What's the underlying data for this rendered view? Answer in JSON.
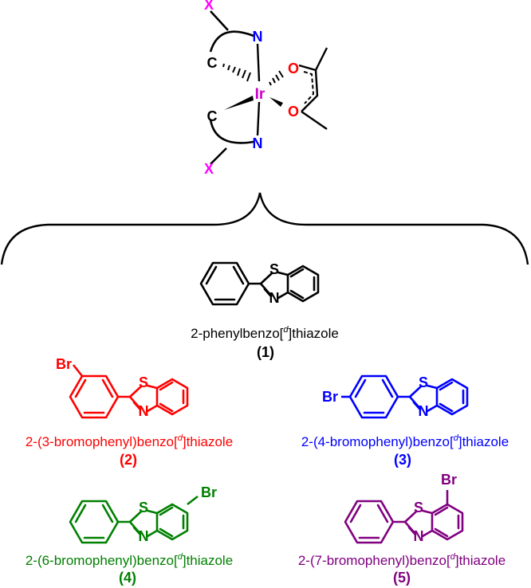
{
  "complex": {
    "atoms": {
      "x": "X",
      "c": "C",
      "n": "N",
      "ir": "Ir",
      "o": "O"
    }
  },
  "colors": {
    "black": "#000000",
    "magenta": "#ff00ff",
    "blue": "#0000ff",
    "red": "#ff0000",
    "purple": "#cc00cc",
    "c2": "#ff0000",
    "c3": "#0000ff",
    "c4": "#008000",
    "c5": "#800080"
  },
  "compounds": [
    {
      "label": "(1)",
      "atom_s": "S",
      "atom_n": "N",
      "atom_br": "",
      "name_pre": "2-phenylbenzo[",
      "name_sup": "d",
      "name_post": "]thiazole"
    },
    {
      "label": "(2)",
      "atom_s": "S",
      "atom_n": "N",
      "atom_br": "Br",
      "name_pre": "2-(3-bromophenyl)benzo[",
      "name_sup": "d",
      "name_post": "]thiazole"
    },
    {
      "label": "(3)",
      "atom_s": "S",
      "atom_n": "N",
      "atom_br": "Br",
      "name_pre": "2-(4-bromophenyl)benzo[",
      "name_sup": "d",
      "name_post": "]thiazole"
    },
    {
      "label": "(4)",
      "atom_s": "S",
      "atom_n": "N",
      "atom_br": "Br",
      "name_pre": "2-(6-bromophenyl)benzo[",
      "name_sup": "d",
      "name_post": "]thiazole"
    },
    {
      "label": "(5)",
      "atom_s": "S",
      "atom_n": "N",
      "atom_br": "Br",
      "name_pre": "2-(7-bromophenyl)benzo[",
      "name_sup": "d",
      "name_post": "]thiazole"
    }
  ]
}
